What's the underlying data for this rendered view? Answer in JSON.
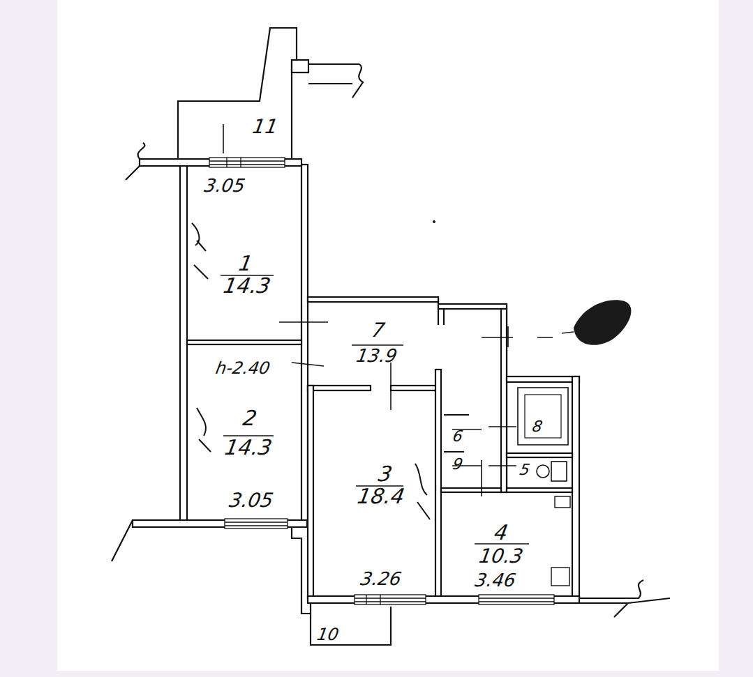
{
  "diagram": {
    "labels": [
      "11",
      "3.05",
      "1",
      "14.3",
      "7",
      "13.9",
      "h-2.40",
      "2",
      "14.3",
      "8",
      "6",
      "9",
      "5",
      "3",
      "18.4",
      "4",
      "10.3",
      "3.05",
      "3.26",
      "3.46",
      "10"
    ]
  }
}
